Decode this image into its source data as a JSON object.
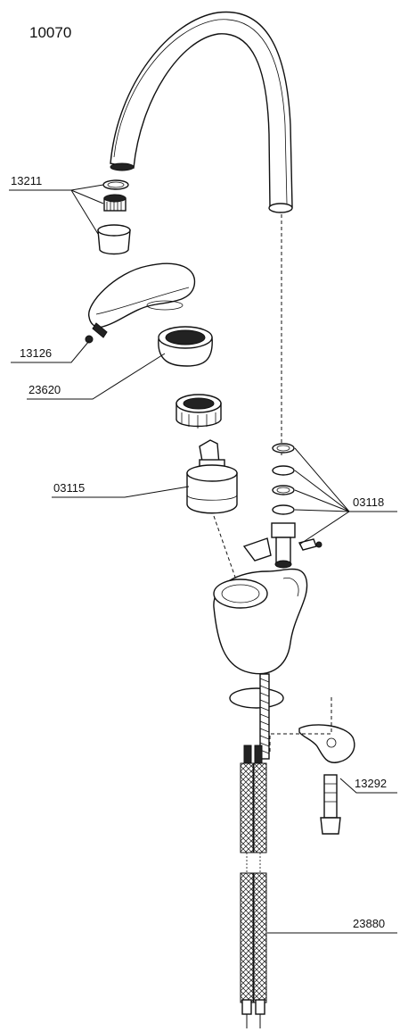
{
  "title": "10070",
  "parts": [
    {
      "id": "13211"
    },
    {
      "id": "13126"
    },
    {
      "id": "23620"
    },
    {
      "id": "03115"
    },
    {
      "id": "03118"
    },
    {
      "id": "13292"
    },
    {
      "id": "23880"
    }
  ]
}
